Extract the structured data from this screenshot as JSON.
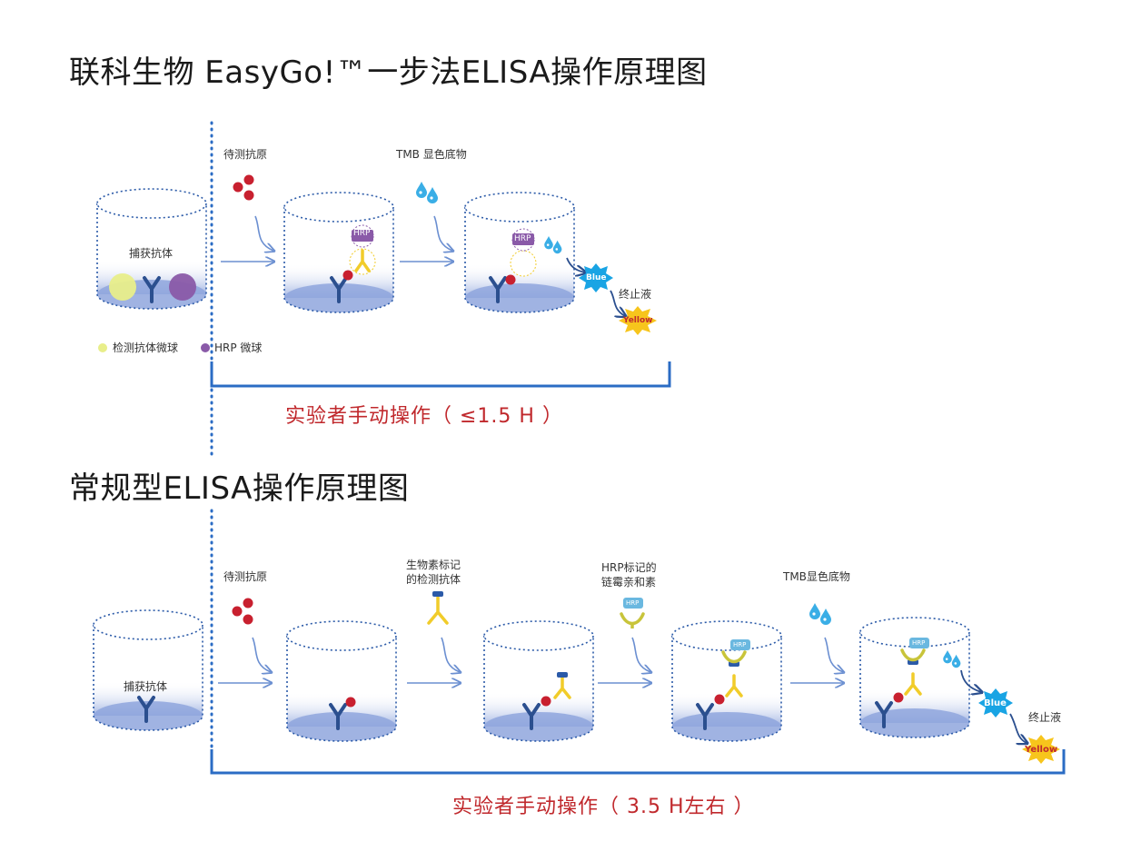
{
  "titles": {
    "top": "联科生物 EasyGo!™一步法ELISA操作原理图",
    "bottom": "常规型ELISA操作原理图"
  },
  "top": {
    "well1_label": "捕获抗体",
    "antigen_label": "待测抗原",
    "tmb_label": "TMB 显色底物",
    "hrp_tag": "HRP",
    "blue": "Blue",
    "stop_label": "终止液",
    "yellow": "Yellow",
    "legend_detect": "检测抗体微球",
    "legend_hrp": "HRP 微球",
    "bracket_text": "实验者手动操作（ ≤1.5 H ）"
  },
  "bottom": {
    "well1_label": "捕获抗体",
    "antigen_label": "待测抗原",
    "biotin_label_line1": "生物素标记",
    "biotin_label_line2": "的检测抗体",
    "hrp_strep_line1": "HRP标记的",
    "hrp_strep_line2": "链霉亲和素",
    "tmb_label": "TMB显色底物",
    "hrp_tag": "HRP",
    "blue": "Blue",
    "stop_label": "终止液",
    "yellow": "Yellow",
    "bracket_text": "实验者手动操作（ 3.5 H左右 ）"
  },
  "colors": {
    "antibody": "#2b4f8f",
    "antigen": "#c8202f",
    "yellow_ab": "#f1cc2a",
    "hrp_purple": "#8a5aa8",
    "hrp_blue": "#6ab8e0",
    "bracket": "#2b6cc4",
    "bracket_text": "#c0282c"
  }
}
